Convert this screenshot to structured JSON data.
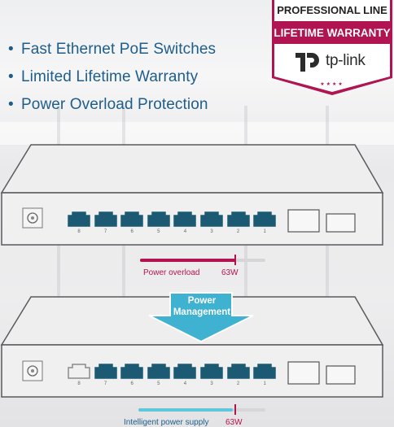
{
  "features": [
    "Fast Ethernet PoE Switches",
    "Limited Lifetime Warranty",
    "Power Overload Protection"
  ],
  "badge": {
    "line1": "PROFESSIONAL LINE",
    "line2": "LIFETIME WARRANTY",
    "brand": "tp-link"
  },
  "top_switch": {
    "port_labels": [
      "8",
      "7",
      "6",
      "5",
      "4",
      "3",
      "2",
      "1"
    ],
    "status_label": "Power overload",
    "power_value": "63W"
  },
  "arrow": {
    "line1": "Power",
    "line2": "Management"
  },
  "bottom_switch": {
    "port_labels": [
      "8",
      "7",
      "6",
      "5",
      "4",
      "3",
      "2",
      "1"
    ],
    "status_label": "Intelligent power supply",
    "power_value": "63W"
  },
  "colors": {
    "feature_text": "#1f5d8a",
    "port_fill": "#1c5a73",
    "badge_red": "#b01451",
    "arrow": "#3eb2d0",
    "overload_bar": "#b4134f",
    "supply_bar": "#5fc6dc"
  }
}
